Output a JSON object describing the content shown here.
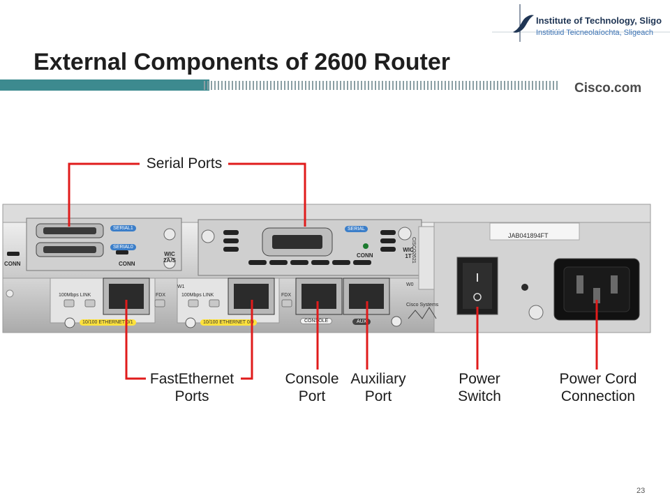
{
  "header": {
    "title": "External Components of 2600 Router",
    "institute_line1": "Institute of Technology, Sligo",
    "institute_line2": "Institiúid Teicneolaíochta, Sligeach",
    "brand": "Cisco.com",
    "accent_color": "#3d8a8f"
  },
  "diagram": {
    "callouts": {
      "serial_ports": "Serial Ports",
      "fastethernet_line1": "FastEthernet",
      "fastethernet_line2": "Ports",
      "console_line1": "Console",
      "console_line2": "Port",
      "auxiliary_line1": "Auxiliary",
      "auxiliary_line2": "Port",
      "power_switch_line1": "Power",
      "power_switch_line2": "Switch",
      "power_cord_line1": "Power Cord",
      "power_cord_line2": "Connection"
    },
    "callout_color": "#e01b1b",
    "router_labels": {
      "conn_left": "CONN",
      "conn_mid": "CONN",
      "conn_right": "CONN",
      "serial1": "SERIAL1",
      "serial0": "SERIAL0",
      "serial": "SERIAL",
      "wic_2as": "WIC 2A/S",
      "wic_1t": "WIC 1T",
      "w1": "W1",
      "w0": "W0",
      "link_left": "100Mbps LINK",
      "link_right": "100Mbps LINK",
      "fdx_left": "FDX",
      "fdx_right": "FDX",
      "eth0": "10/100 ETHERNET 0/0",
      "eth1": "10/100 ETHERNET 0/1",
      "console": "CONSOLE",
      "aux": "AUX",
      "model": "CISCO2621",
      "serial_number": "JAB041894FT",
      "cisco_systems": "Cisco Systems"
    }
  },
  "footer": {
    "page_number": "23"
  }
}
